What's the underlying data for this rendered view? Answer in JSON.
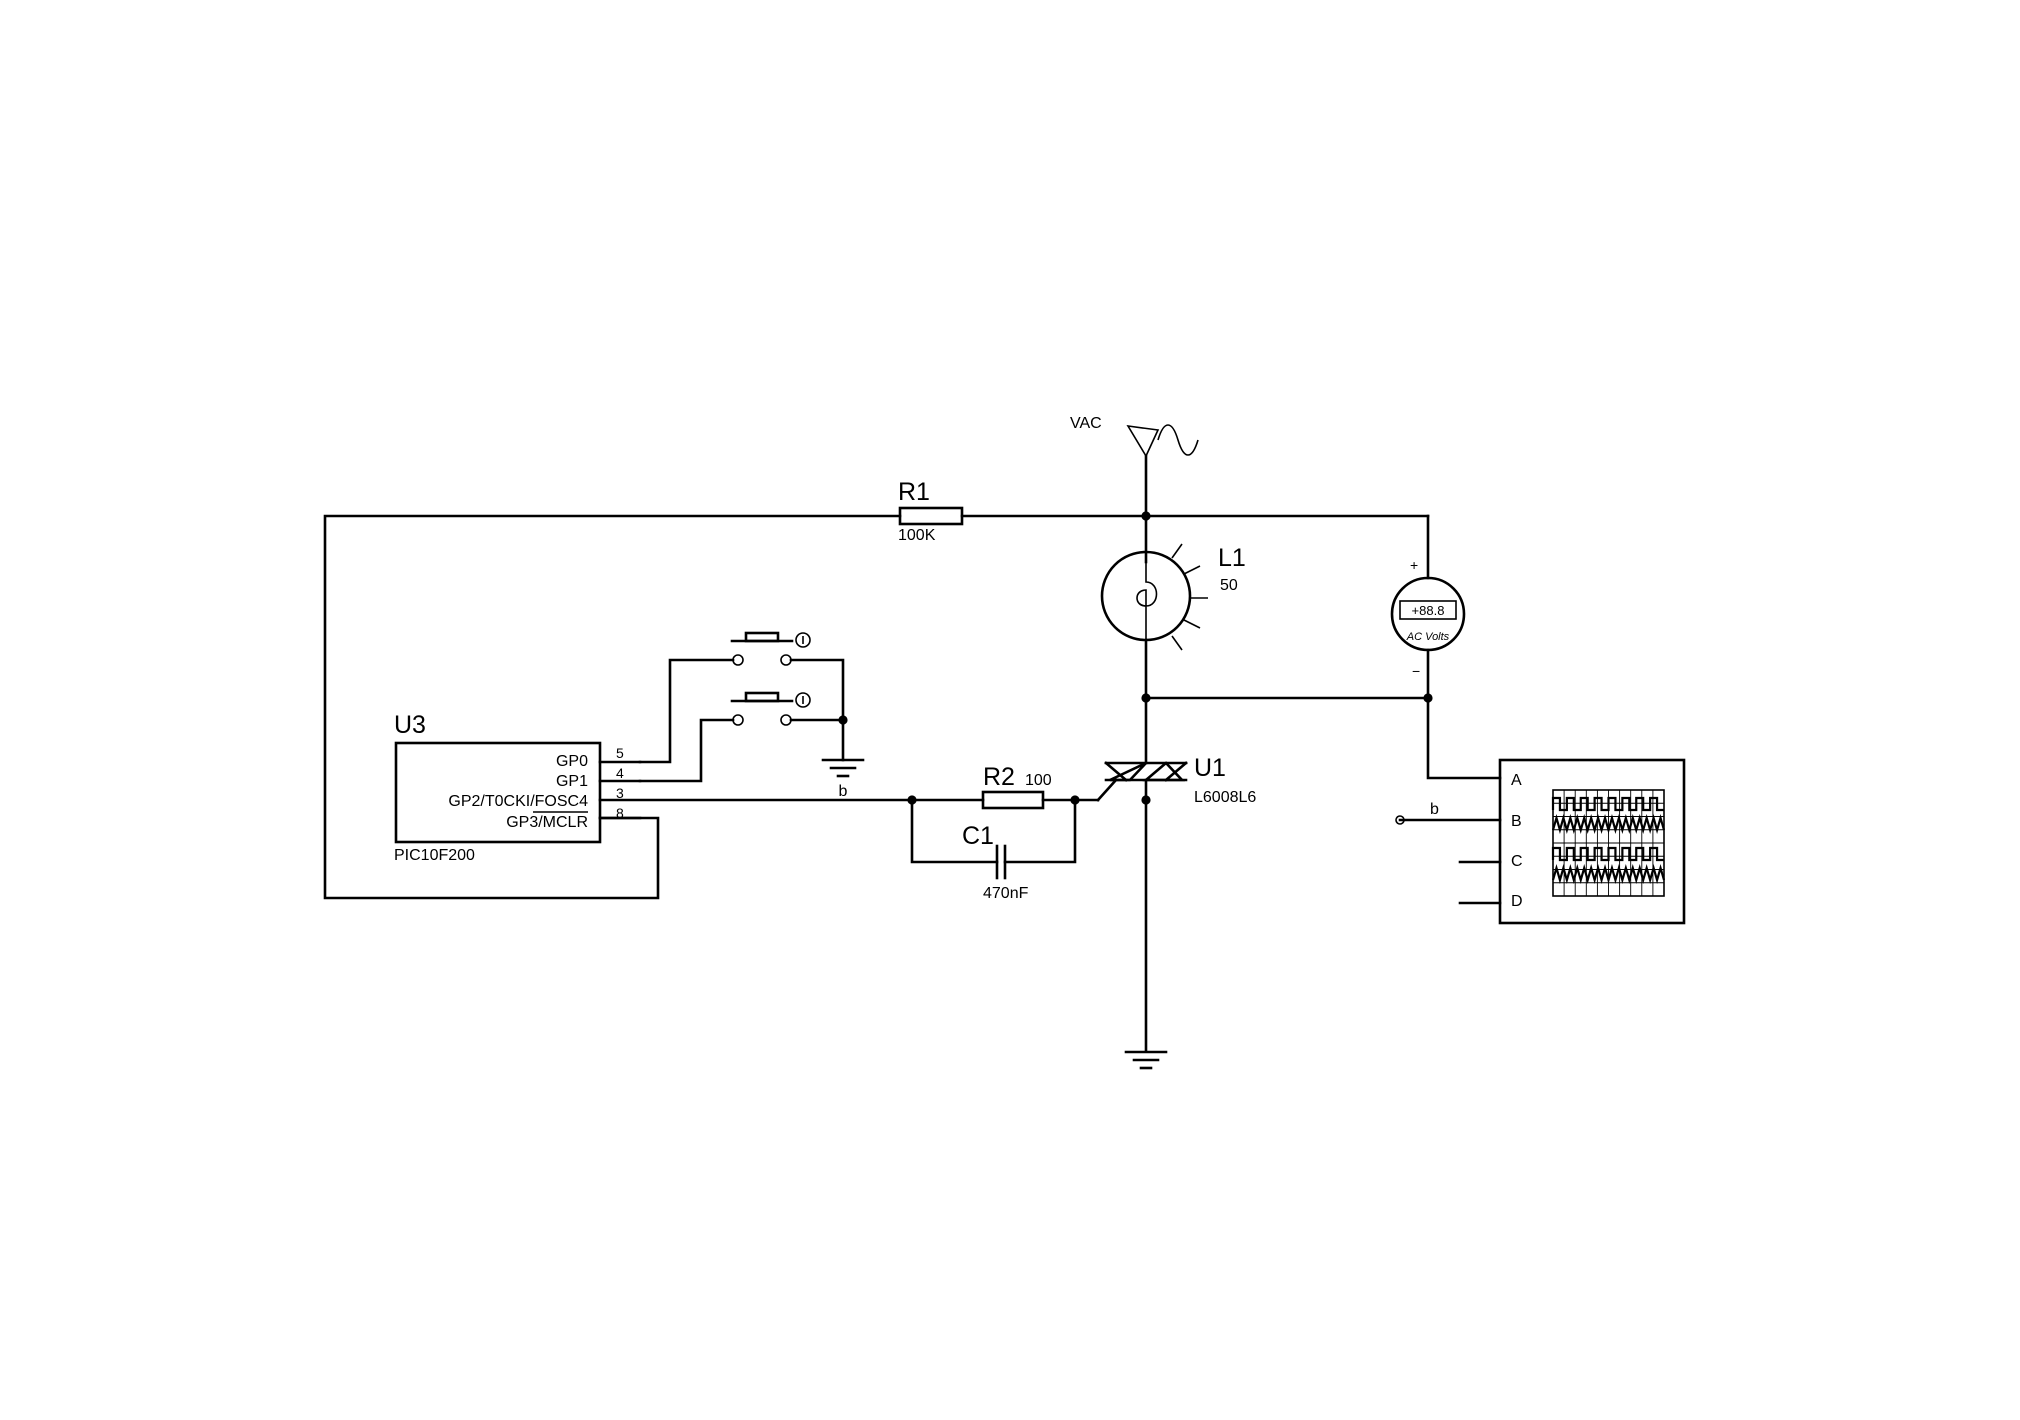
{
  "supply": {
    "label": "VAC"
  },
  "r1": {
    "ref": "R1",
    "value": "100K"
  },
  "r2": {
    "ref": "R2",
    "value": "100"
  },
  "c1": {
    "ref": "C1",
    "value": "470nF"
  },
  "l1": {
    "ref": "L1",
    "value": "50"
  },
  "u1": {
    "ref": "U1",
    "value": "L6008L6"
  },
  "u3": {
    "ref": "U3",
    "part": "PIC10F200",
    "pins": [
      {
        "name": "GP0",
        "number": "5"
      },
      {
        "name": "GP1",
        "number": "4"
      },
      {
        "name": "GP2/T0CKI/FOSC4",
        "number": "3"
      },
      {
        "name": "GP3/MCLR",
        "number": "8"
      }
    ]
  },
  "voltmeter": {
    "reading": "+88.8",
    "label": "AC Volts",
    "plus": "+",
    "minus": "−"
  },
  "net_label": "b",
  "oscilloscope": {
    "channels": [
      "A",
      "B",
      "C",
      "D"
    ],
    "probe_label": "b"
  },
  "icons": [
    "pushbutton-icon",
    "lamp-icon",
    "triac-icon",
    "ground-icon",
    "ac-source-icon",
    "oscilloscope-icon",
    "voltmeter-icon"
  ]
}
